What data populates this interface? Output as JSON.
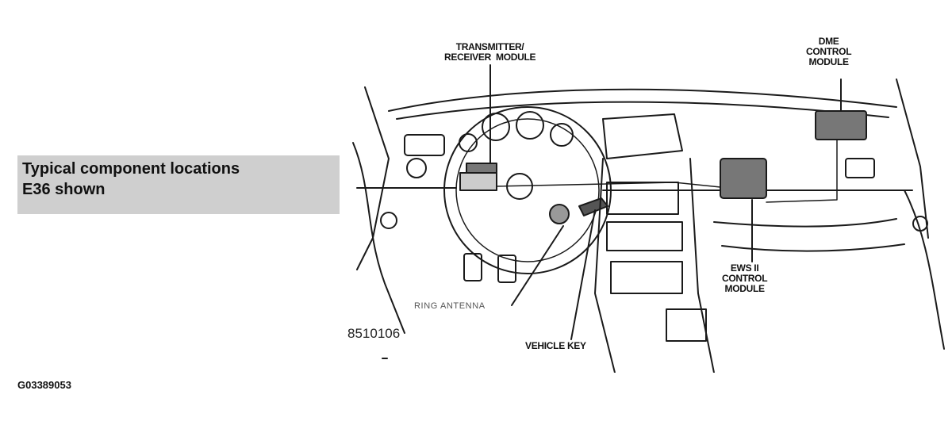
{
  "caption": {
    "line1": "Typical component locations",
    "line2": "E36 shown"
  },
  "figure_id": "G03389053",
  "diagram": {
    "labels": {
      "transmitter": "TRANSMITTER/\nRECEIVER  MODULE",
      "dme": "DME\nCONTROL\nMODULE",
      "ews": "EWS II\nCONTROL\nMODULE",
      "ring_antenna": "RING ANTENNA",
      "vehicle_key": "VEHICLE KEY",
      "part_number": "8510106"
    },
    "colors": {
      "line": "#1a1a1a",
      "module_fill": "#777777",
      "caption_bg": "#cfcfcf"
    }
  }
}
